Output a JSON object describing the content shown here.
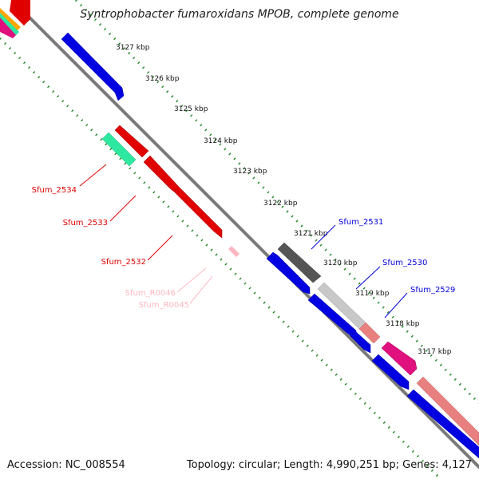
{
  "title": "Syntrophobacter fumaroxidans MPOB, complete genome",
  "footer": {
    "accession": "Accession: NC_008554",
    "topology": "Topology: circular; Length: 4,990,251 bp; Genes: 4,127"
  },
  "colors": {
    "backbone": "#808080",
    "ticks": "#2a8a2a",
    "forward_cds": "#e00000",
    "reverse_cds": "#0000e0",
    "trna": "#ffb6c1",
    "rrna": "#2ee8a0",
    "gray_dark": "#555555",
    "gray_light": "#c0c0c0",
    "salmon": "#e88080",
    "magenta": "#e0107f"
  },
  "kbp_labels": [
    "3127 kbp",
    "3126 kbp",
    "3125 kbp",
    "3124 kbp",
    "3123 kbp",
    "3122 kbp",
    "3121 kbp",
    "3120 kbp",
    "3119 kbp",
    "3118 kbp",
    "3117 kbp"
  ],
  "gene_labels": {
    "sfum_2534": "Sfum_2534",
    "sfum_2533": "Sfum_2533",
    "sfum_2532": "Sfum_2532",
    "sfum_r0046": "Sfum_R0046",
    "sfum_r0045": "Sfum_R0045",
    "sfum_2531": "Sfum_2531",
    "sfum_2530": "Sfum_2530",
    "sfum_2529": "Sfum_2529"
  }
}
